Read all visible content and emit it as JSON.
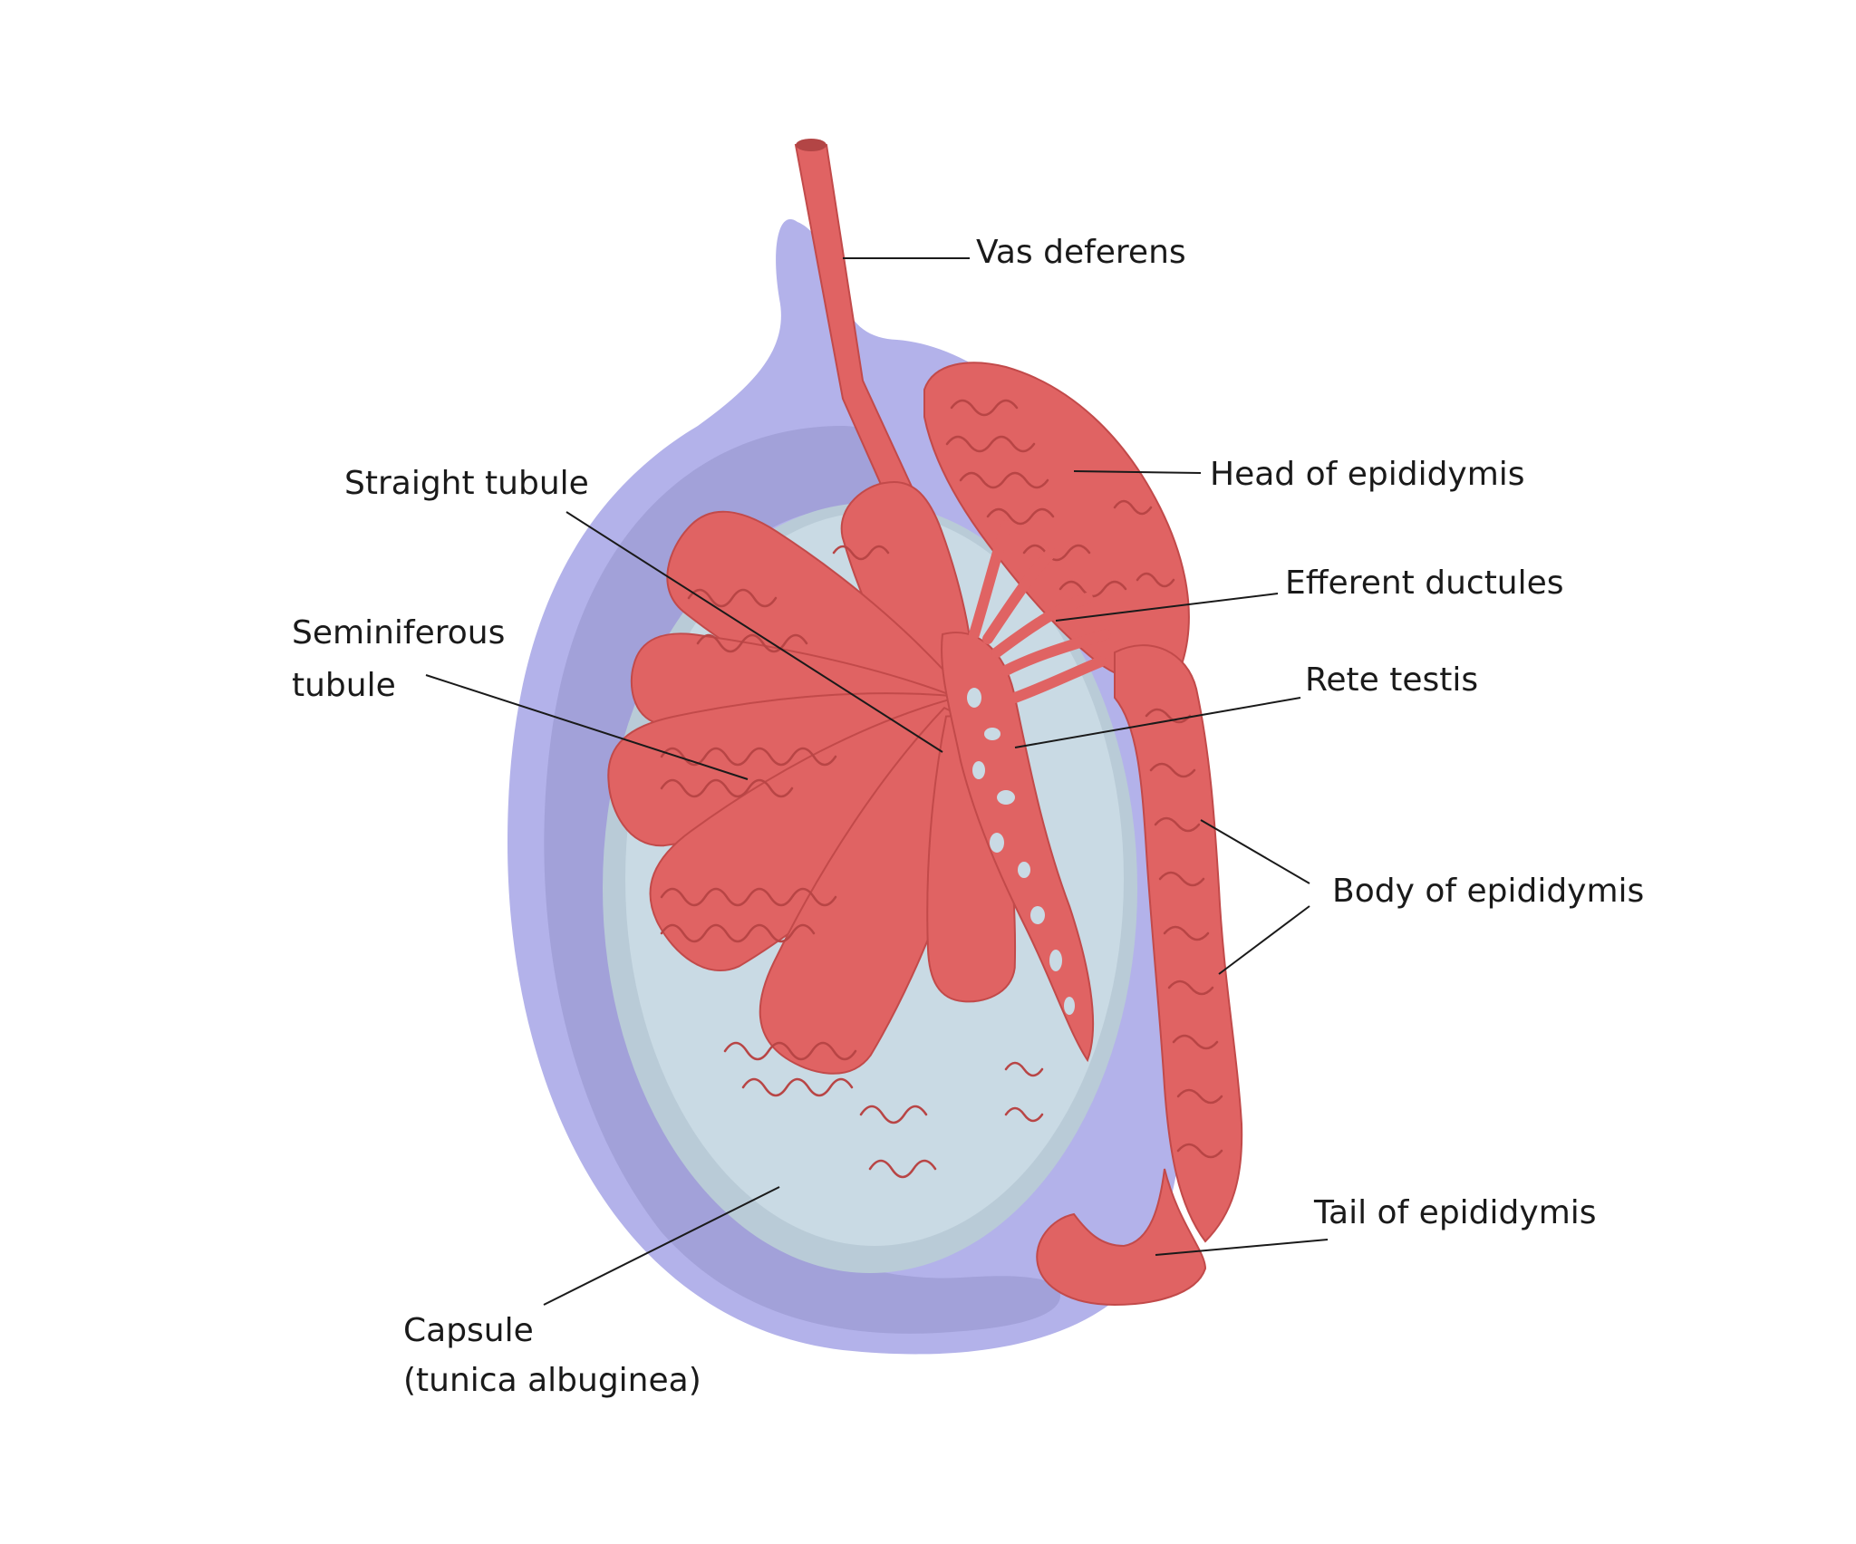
{
  "labels": {
    "vas_deferens": "Vas deferens",
    "head_of_epididymis": "Head of epididymis",
    "straight_tubule": "Straight tubule",
    "efferent_ductules": "Efferent ductules",
    "seminiferous_tubule_line1": "Seminiferous",
    "seminiferous_tubule_line2": "tubule",
    "rete_testis": "Rete testis",
    "body_of_epididymis": "Body of epididymis",
    "tail_of_epididymis": "Tail of epididymis",
    "capsule_line1": "Capsule",
    "capsule_line2": "(tunica albuginea)"
  },
  "colors": {
    "tunica_outer": "#b3b2ea",
    "tunica_inner_shadow": "#a2a1d9",
    "testis_body": "#c9dae4",
    "testis_rim": "#b9cbd7",
    "tubule_fill": "#e06363",
    "tubule_outline": "#c24a4a",
    "background": "#ffffff"
  }
}
